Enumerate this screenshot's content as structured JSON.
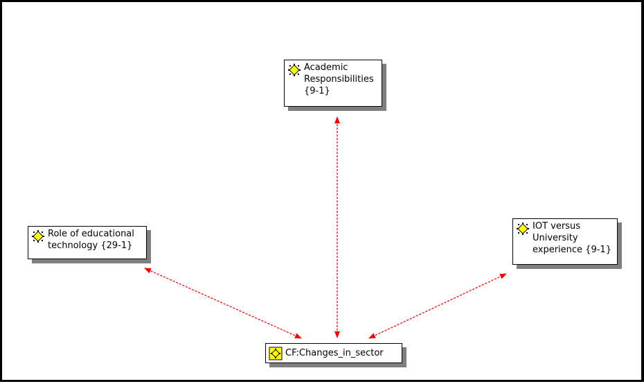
{
  "diagram": {
    "nodes": [
      {
        "id": "academic",
        "label": "Academic\nResponsibilities\n{9-1}",
        "icon": "code-icon"
      },
      {
        "id": "role",
        "label": "Role of educational\ntechnology {29-1}",
        "icon": "code-icon"
      },
      {
        "id": "iot",
        "label": "IOT versus\nUniversity\nexperience {9-1}",
        "icon": "code-icon"
      },
      {
        "id": "cf",
        "label": "CF:Changes_in_sector",
        "icon": "code-family-icon"
      }
    ],
    "edges": [
      {
        "from": "cf",
        "to": "academic",
        "style": "dashed-bidirectional"
      },
      {
        "from": "cf",
        "to": "role",
        "style": "dashed-bidirectional"
      },
      {
        "from": "cf",
        "to": "iot",
        "style": "dashed-bidirectional"
      }
    ],
    "colors": {
      "edge": "#ff0000",
      "icon_fill": "#ffff00",
      "shadow": "#7f7f7f",
      "border": "#000000"
    }
  }
}
